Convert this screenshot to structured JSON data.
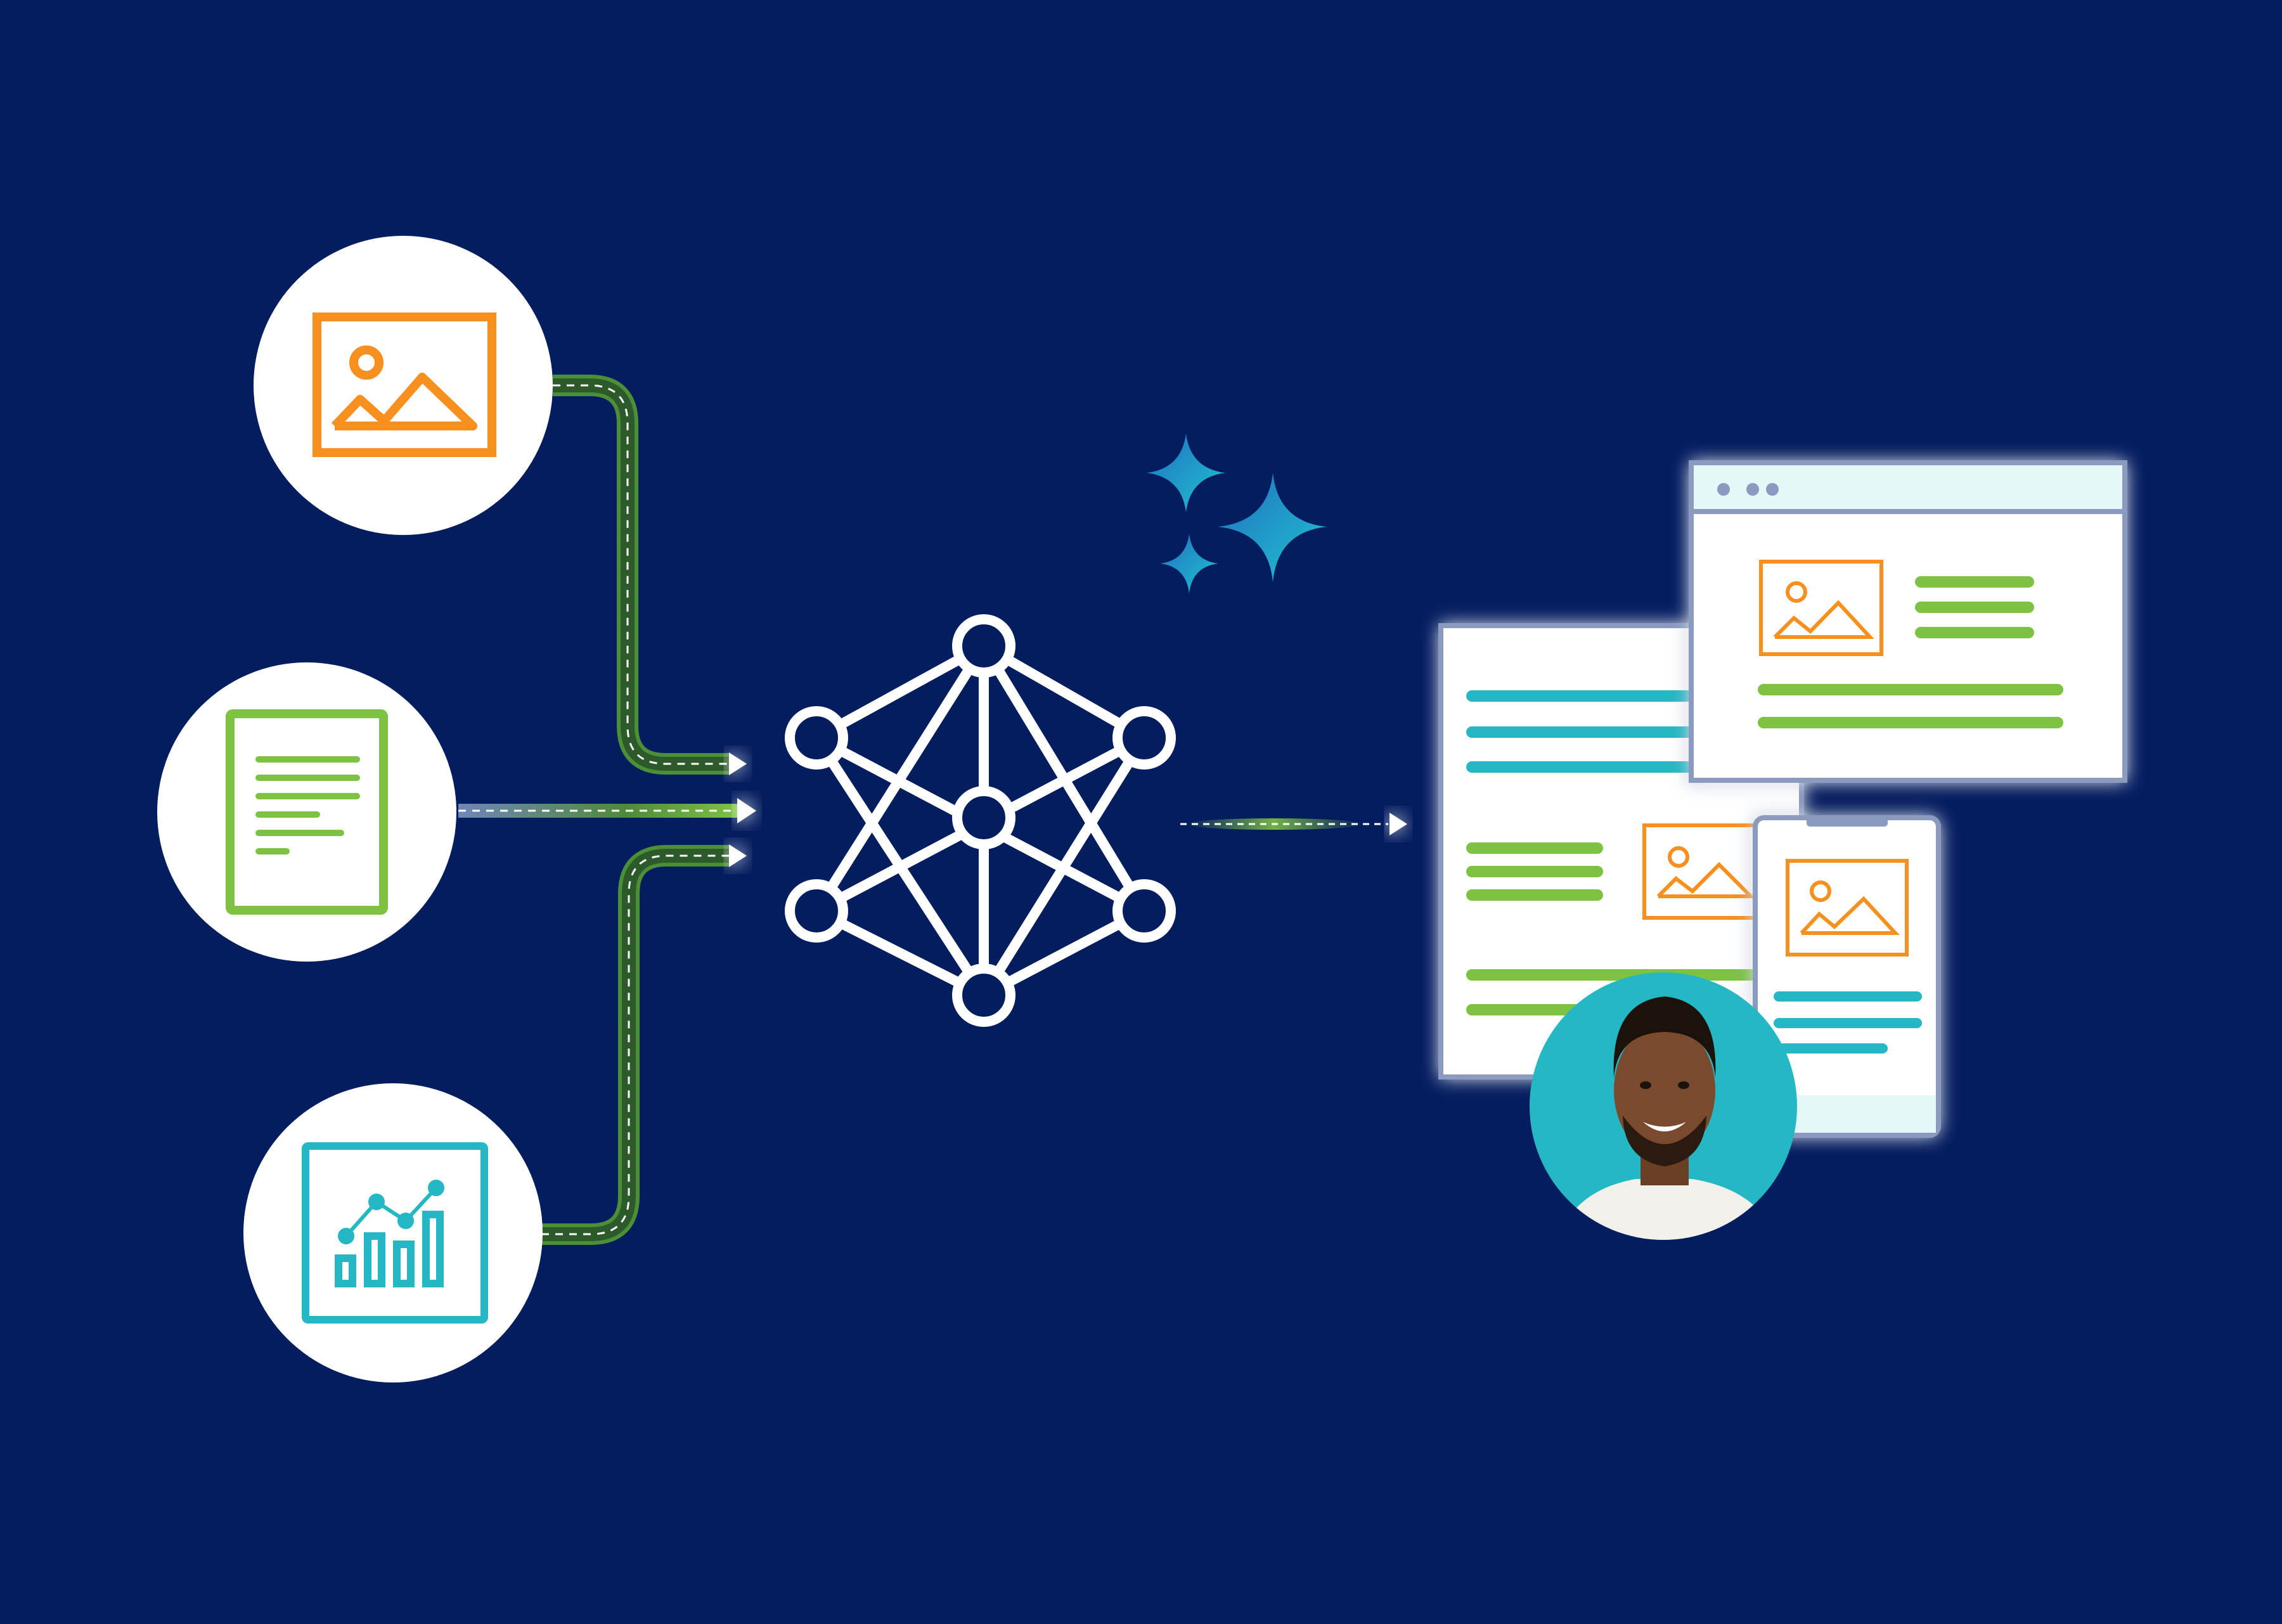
{
  "colors": {
    "background": "#041d5f",
    "orange": "#f7901e",
    "green": "#7dc243",
    "teal": "#25b7c3",
    "white": "#ffffff",
    "connector_dark": "#2d5a2a",
    "frame": "#8a9bbf",
    "browser_bar": "#e6f7f8",
    "sparkle": "#1aa9d8"
  },
  "icons": {
    "input_1": "image-icon",
    "input_2": "document-icon",
    "input_3": "chart-icon",
    "hub": "neural-network-icon",
    "sparkles": "sparkle-icon",
    "outputs": [
      "document-layout",
      "browser-window",
      "mobile-phone",
      "user-avatar"
    ]
  }
}
